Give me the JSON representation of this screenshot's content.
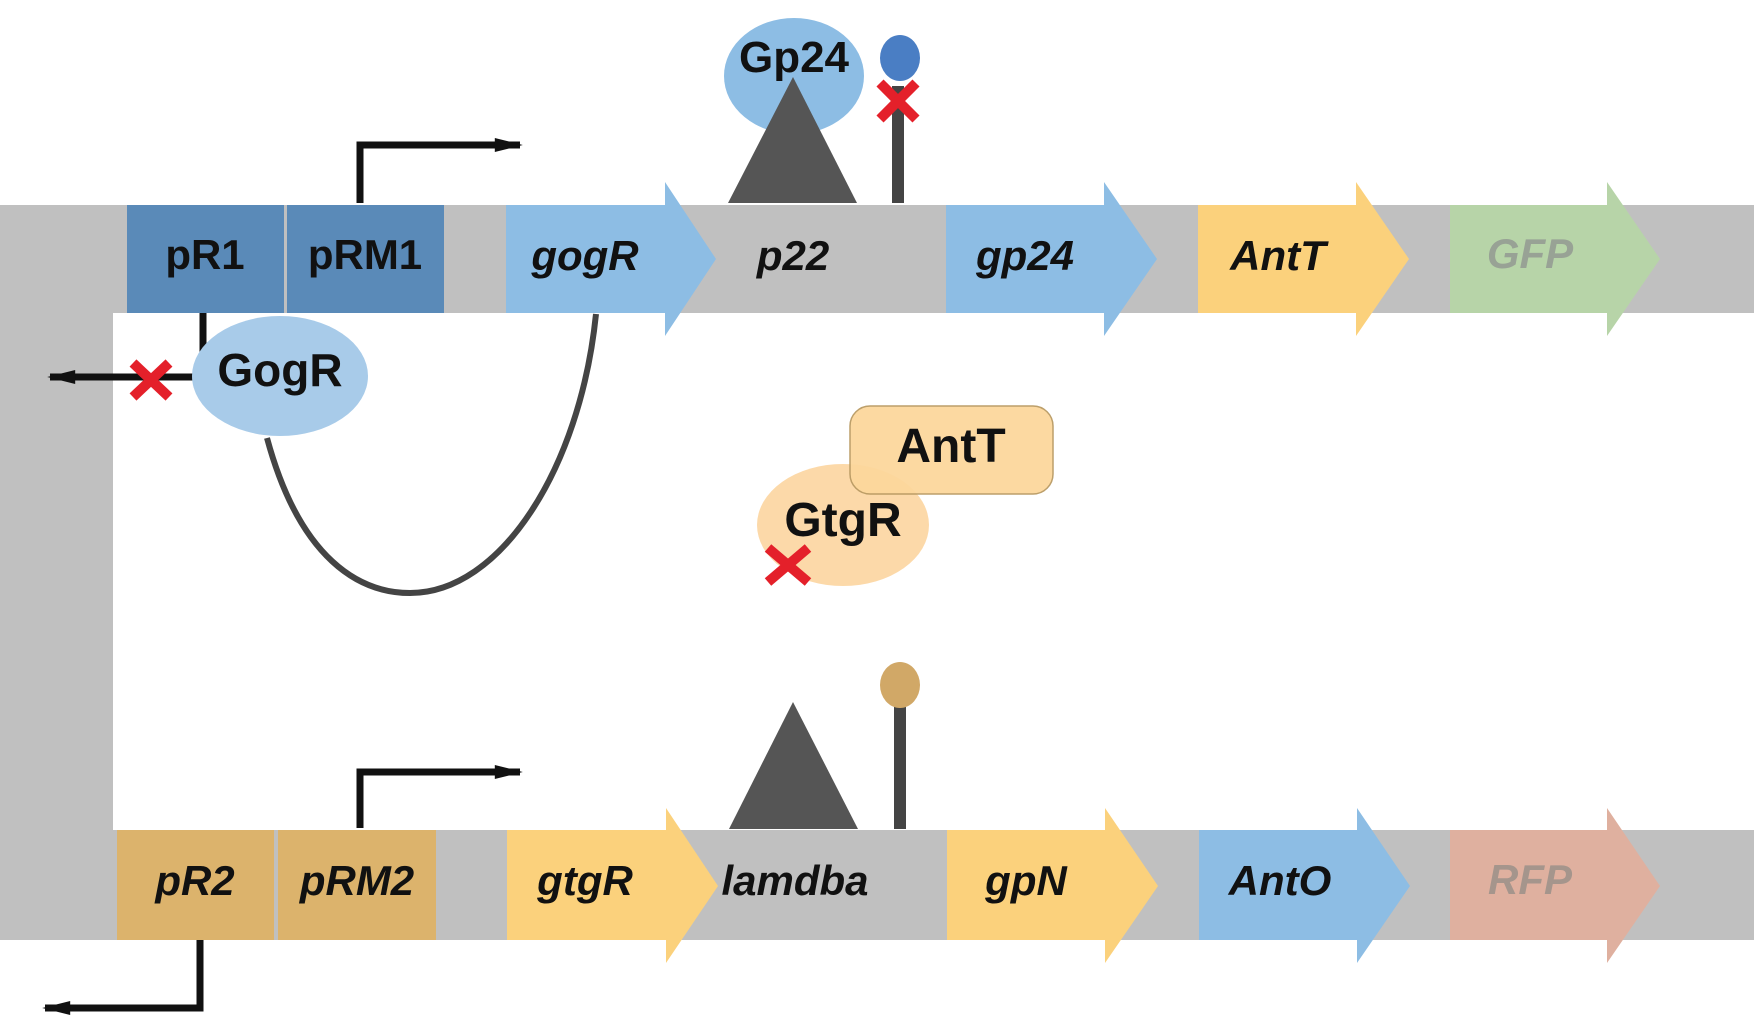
{
  "colors": {
    "backbone": "#c0c0c0",
    "blue_dark": "#5a8ab8",
    "blue_light": "#8dbde4",
    "orange_light": "#fbd17c",
    "tan": "#dcb36c",
    "gray_dark": "#555555",
    "red_x": "#e4202a",
    "gfp": "#b7d4a8",
    "rfp": "#dfb09f"
  },
  "top_circuit": {
    "promoter_1": "pR1",
    "promoter_2": "pRM1",
    "gene_1": "gogR",
    "site": "p22",
    "gene_2": "gp24",
    "gene_3": "AntT",
    "reporter": "GFP"
  },
  "bottom_circuit": {
    "promoter_1": "pR2",
    "promoter_2": "pRM2",
    "gene_1": "gtgR",
    "site": "lamdba",
    "gene_2": "gpN",
    "gene_3": "AntO",
    "reporter": "RFP"
  },
  "proteins": {
    "gp24": "Gp24",
    "gogr": "GogR",
    "antt": "AntT",
    "gtgr": "GtgR"
  }
}
